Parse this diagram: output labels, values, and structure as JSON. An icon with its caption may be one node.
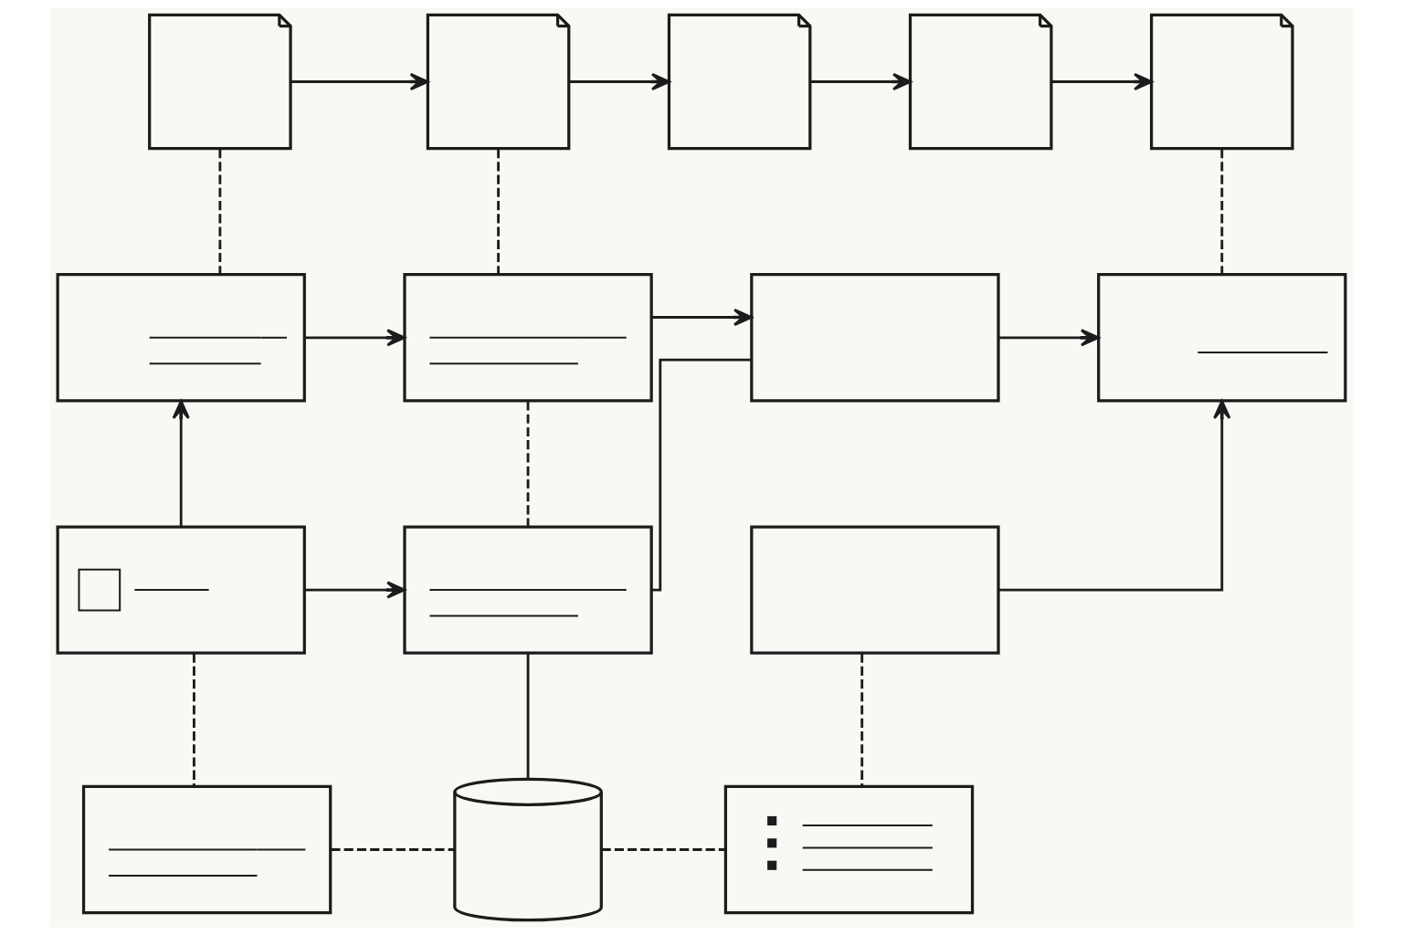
{
  "diagram": {
    "nodes": [
      {
        "text": [],
        "shape": "note"
      },
      {
        "text": [],
        "shape": "note"
      },
      {
        "text": [],
        "shape": "note"
      },
      {
        "text": [],
        "shape": "note"
      },
      {
        "text": [],
        "shape": "note"
      },
      {
        "text": [],
        "shape": "box"
      },
      {
        "text": [],
        "shape": "box"
      },
      {
        "text": [],
        "shape": "box"
      },
      {
        "text": [],
        "shape": "box"
      },
      {
        "text": [],
        "shape": "box"
      },
      {
        "text": [],
        "shape": "box"
      },
      {
        "text": [],
        "shape": "box"
      },
      {
        "text": [],
        "shape": "box"
      },
      {
        "text": [],
        "shape": "cylinder"
      },
      {
        "text": [],
        "shape": "box"
      }
    ],
    "edges": [
      {
        "from": 0,
        "to": 1,
        "arrow": "to"
      },
      {
        "from": 1,
        "to": 2,
        "arrow": "to"
      },
      {
        "from": 2,
        "to": 3,
        "arrow": "to"
      },
      {
        "from": 3,
        "to": 4,
        "arrow": "to"
      },
      {
        "from": 0,
        "to": 5,
        "arrow": "none",
        "style": "dashed"
      },
      {
        "from": 1,
        "to": 6,
        "arrow": "none",
        "style": "dashed"
      },
      {
        "from": 4,
        "to": 8,
        "arrow": "none",
        "style": "dashed"
      },
      {
        "from": 5,
        "to": 6,
        "arrow": "to"
      },
      {
        "from": 6,
        "to": 7,
        "arrow": "to"
      },
      {
        "from": 7,
        "to": 8,
        "arrow": "to"
      },
      {
        "from": 9,
        "to": 5,
        "arrow": "to"
      },
      {
        "from": 6,
        "to": 10,
        "arrow": "none",
        "style": "dashed"
      },
      {
        "from": 9,
        "to": 10,
        "arrow": "to"
      },
      {
        "from": 10,
        "to": 7,
        "arrow": "none"
      },
      {
        "from": 11,
        "to": 8,
        "arrow": "to"
      },
      {
        "from": 9,
        "to": 12,
        "arrow": "none",
        "style": "dashed"
      },
      {
        "from": 10,
        "to": 13,
        "arrow": "none"
      },
      {
        "from": 11,
        "to": 14,
        "arrow": "none",
        "style": "dashed"
      },
      {
        "from": 12,
        "to": 13,
        "arrow": "none",
        "style": "dashed"
      },
      {
        "from": 13,
        "to": 14,
        "arrow": "none",
        "style": "dashed"
      }
    ]
  }
}
